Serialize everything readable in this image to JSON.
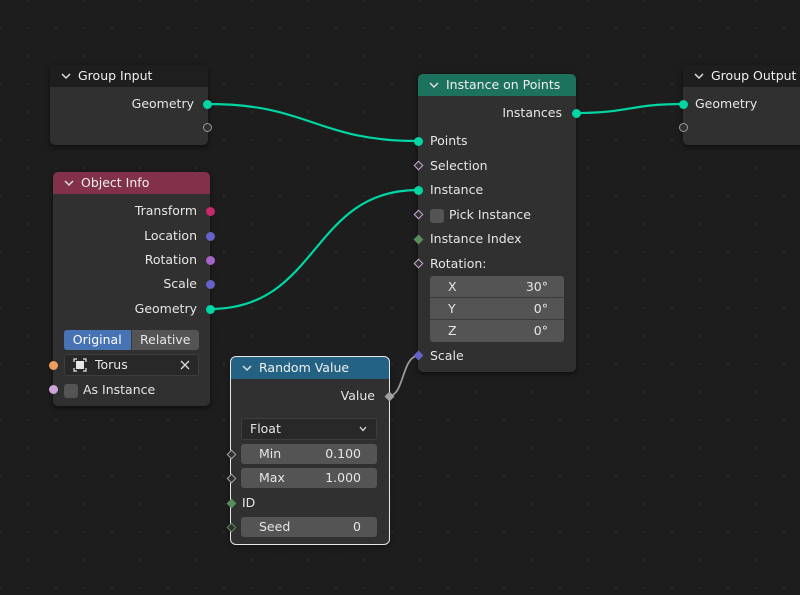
{
  "colors": {
    "geometry": "#00d6a3",
    "vector": "#6363c7",
    "rotation": "#a663c7",
    "matrix": "#c7296b",
    "object": "#ed9e5c",
    "boolean": "#cca6d6",
    "integer": "#598c5c",
    "float": "#a1a1a1",
    "header_input": "#1d1d1d",
    "header_object_info": "#83314a",
    "header_instance": "#1d725e",
    "header_random": "#246283",
    "active_button": "#4772b3"
  },
  "group_input": {
    "title": "Group Input",
    "outputs": [
      "Geometry"
    ]
  },
  "group_output": {
    "title": "Group Output",
    "inputs": [
      "Geometry"
    ]
  },
  "object_info": {
    "title": "Object Info",
    "outputs": [
      "Transform",
      "Location",
      "Rotation",
      "Scale",
      "Geometry"
    ],
    "mode_buttons": [
      "Original",
      "Relative"
    ],
    "active_mode": "Original",
    "object_value": "Torus",
    "as_instance_label": "As Instance"
  },
  "instance_on_points": {
    "title": "Instance on Points",
    "output": "Instances",
    "inputs": {
      "points": "Points",
      "selection": "Selection",
      "instance": "Instance",
      "pick_instance": "Pick Instance",
      "instance_index": "Instance Index",
      "rotation": "Rotation:",
      "scale": "Scale"
    },
    "rotation": [
      {
        "axis": "X",
        "value": "30°"
      },
      {
        "axis": "Y",
        "value": "0°"
      },
      {
        "axis": "Z",
        "value": "0°"
      }
    ]
  },
  "random_value": {
    "title": "Random Value",
    "output": "Value",
    "data_type": "Float",
    "min_label": "Min",
    "min_value": "0.100",
    "max_label": "Max",
    "max_value": "1.000",
    "id_label": "ID",
    "seed_label": "Seed",
    "seed_value": "0"
  }
}
